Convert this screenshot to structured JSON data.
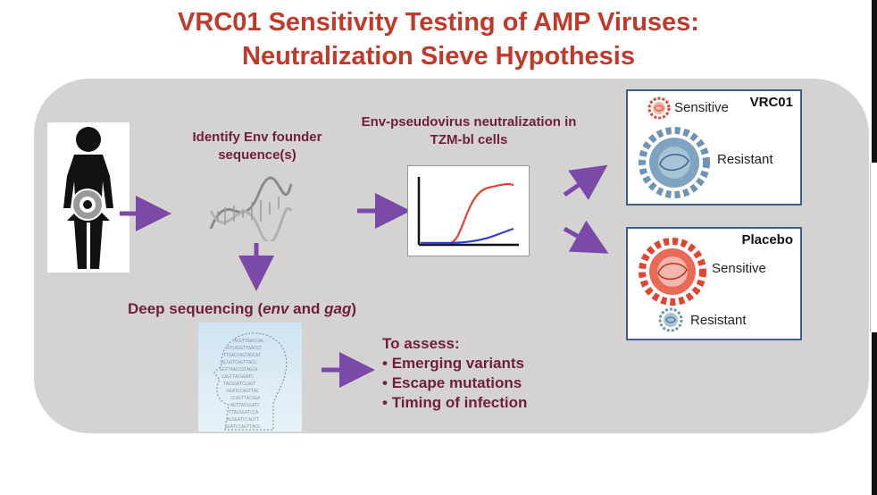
{
  "title": {
    "line1": "VRC01 Sensitivity Testing of AMP Viruses:",
    "line2": "Neutralization Sieve Hypothesis"
  },
  "steps": {
    "founder": "Identify Env founder sequence(s)",
    "pseudovirus": "Env-pseudovirus neutralization in TZM-bl cells",
    "deep_prefix": "Deep sequencing (",
    "deep_env": "env",
    "deep_and": " and ",
    "deep_gag": "gag",
    "deep_suffix": ")"
  },
  "assess": {
    "heading": "To assess:",
    "items": [
      "Emerging variants",
      "Escape mutations",
      "Timing of infection"
    ]
  },
  "vrc01_box": {
    "header": "VRC01",
    "sensitive": "Sensitive",
    "resistant": "Resistant"
  },
  "placebo_box": {
    "header": "Placebo",
    "sensitive": "Sensitive",
    "resistant": "Resistant"
  },
  "colors": {
    "title": "#c0392b",
    "step_text": "#6e1f3a",
    "arrow": "#7b4aa8",
    "box_border": "#3e5f8a",
    "panel": "#d5d3d2",
    "virus_blue": "#6f93b5",
    "virus_red": "#e0452f"
  },
  "icons": [
    "person-silhouette-icon",
    "dna-helix-icon",
    "neutralization-curve-icon",
    "virus-icon",
    "sequence-head-icon",
    "arrow-icon"
  ]
}
